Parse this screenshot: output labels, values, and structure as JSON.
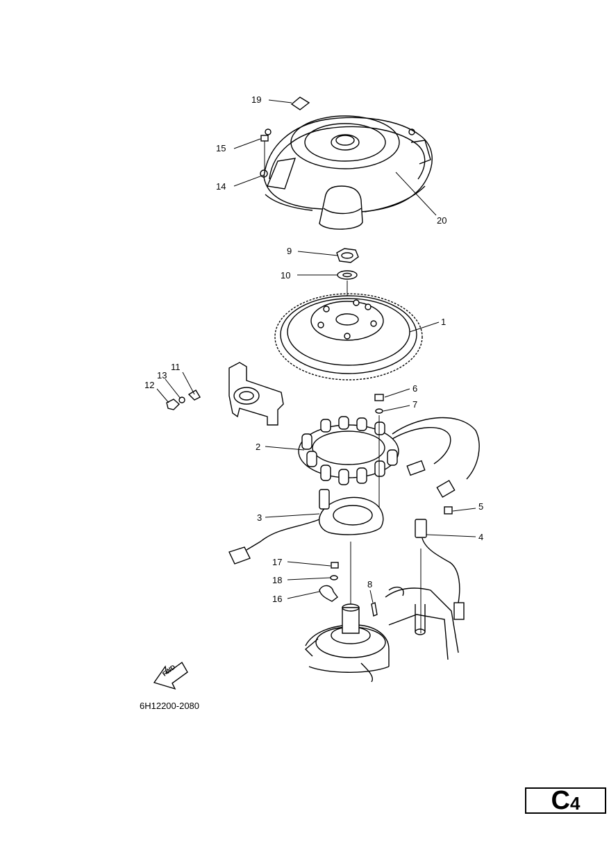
{
  "diagram": {
    "callouts": [
      {
        "id": "c1",
        "label": "1"
      },
      {
        "id": "c2",
        "label": "2"
      },
      {
        "id": "c3",
        "label": "3"
      },
      {
        "id": "c4",
        "label": "4"
      },
      {
        "id": "c5",
        "label": "5"
      },
      {
        "id": "c6",
        "label": "6"
      },
      {
        "id": "c7",
        "label": "7"
      },
      {
        "id": "c8",
        "label": "8"
      },
      {
        "id": "c9",
        "label": "9"
      },
      {
        "id": "c10",
        "label": "10"
      },
      {
        "id": "c11",
        "label": "11"
      },
      {
        "id": "c12",
        "label": "12"
      },
      {
        "id": "c13",
        "label": "13"
      },
      {
        "id": "c14",
        "label": "14"
      },
      {
        "id": "c15",
        "label": "15"
      },
      {
        "id": "c16",
        "label": "16"
      },
      {
        "id": "c17",
        "label": "17"
      },
      {
        "id": "c18",
        "label": "18"
      },
      {
        "id": "c19",
        "label": "19"
      },
      {
        "id": "c20",
        "label": "20"
      }
    ],
    "direction_label": "FWD",
    "part_code": "6H12200-2080"
  },
  "page": {
    "letter": "C",
    "number": "4"
  }
}
